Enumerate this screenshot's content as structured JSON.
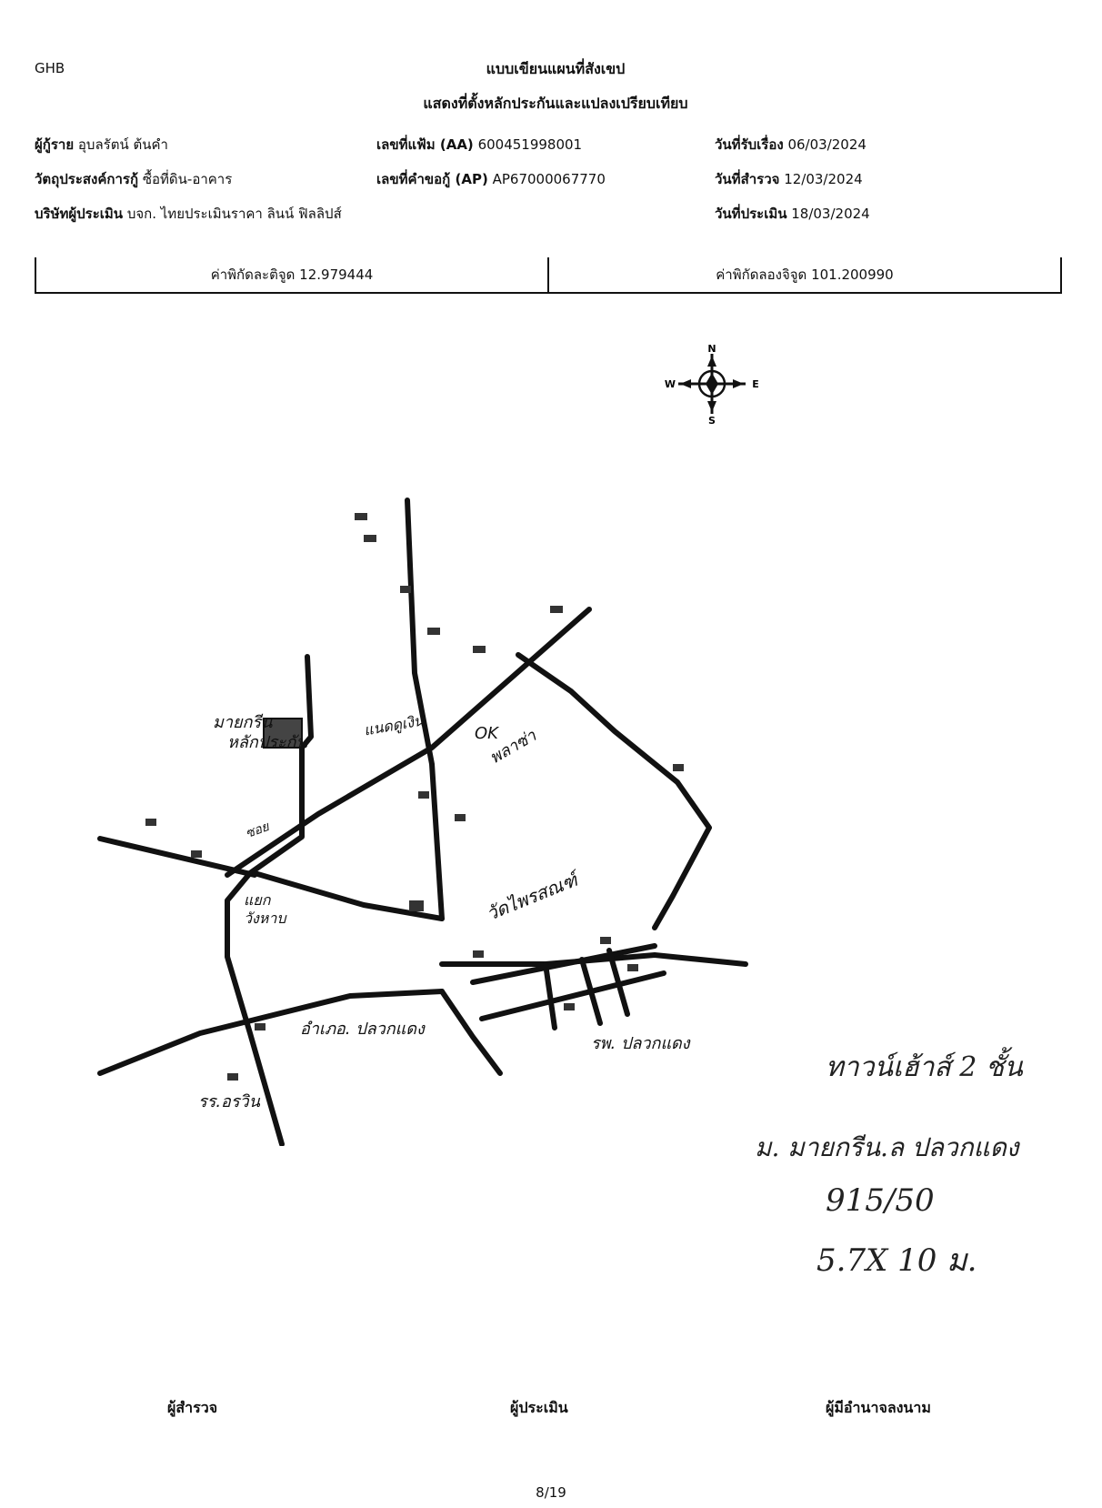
{
  "document": {
    "code": "GHB",
    "title": "แบบเขียนแผนที่สังเขป",
    "subtitle": "แสดงที่ตั้งหลักประกันและแปลงเปรียบเทียบ",
    "page": "8/19"
  },
  "info": {
    "borrower_label": "ผู้กู้ราย",
    "borrower_value": "อุบลรัตน์ ต้นคำ",
    "purpose_label": "วัตถุประสงค์การกู้",
    "purpose_value": "ซื้อที่ดิน-อาคาร",
    "appraiser_label": "บริษัทผู้ประเมิน",
    "appraiser_value": "บจก. ไทยประเมินราคา ลินน์ ฟิลลิปส์",
    "file_no_label": "เลขที่แฟ้ม (AA)",
    "file_no_value": "600451998001",
    "request_no_label": "เลขที่คำขอกู้ (AP)",
    "request_no_value": "AP67000067770",
    "received_label": "วันที่รับเรื่อง",
    "received_value": "06/03/2024",
    "survey_label": "วันที่สำรวจ",
    "survey_value": "12/03/2024",
    "appraisal_label": "วันที่ประเมิน",
    "appraisal_value": "18/03/2024"
  },
  "coordinates": {
    "latitude_label": "ค่าพิกัดละติจูด",
    "latitude_value": "12.979444",
    "longitude_label": "ค่าพิกัดลองจิจูด",
    "longitude_value": "101.200990"
  },
  "compass": {
    "n": "N",
    "s": "S",
    "e": "E",
    "w": "W"
  },
  "map_labels": {
    "village_line1": "มายกรีน",
    "village_line2": "หลักประกัน",
    "market": "แนดดูเงิน",
    "ok_plaza_1": "OK",
    "ok_plaza_2": "พลาซ่า",
    "soi": "ซอย",
    "intersection_1": "แยก",
    "intersection_2": "วังหาบ",
    "temple": "วัดไพรสณฑ์",
    "district_office": "อำเภอ. ปลวกแดง",
    "hospital": "รพ. ปลวกแดง",
    "school": "รร.อรวิน"
  },
  "notes": {
    "line1": "ทาวน์เฮ้าส์ 2 ชั้น",
    "line2": "ม. มายกรีน.ล ปลวกแดง",
    "line3": "915/50",
    "line4": "5.7X 10 ม."
  },
  "signatures": {
    "surveyor": "ผู้สำรวจ",
    "appraiser": "ผู้ประเมิน",
    "authorized": "ผู้มีอำนาจลงนาม"
  }
}
